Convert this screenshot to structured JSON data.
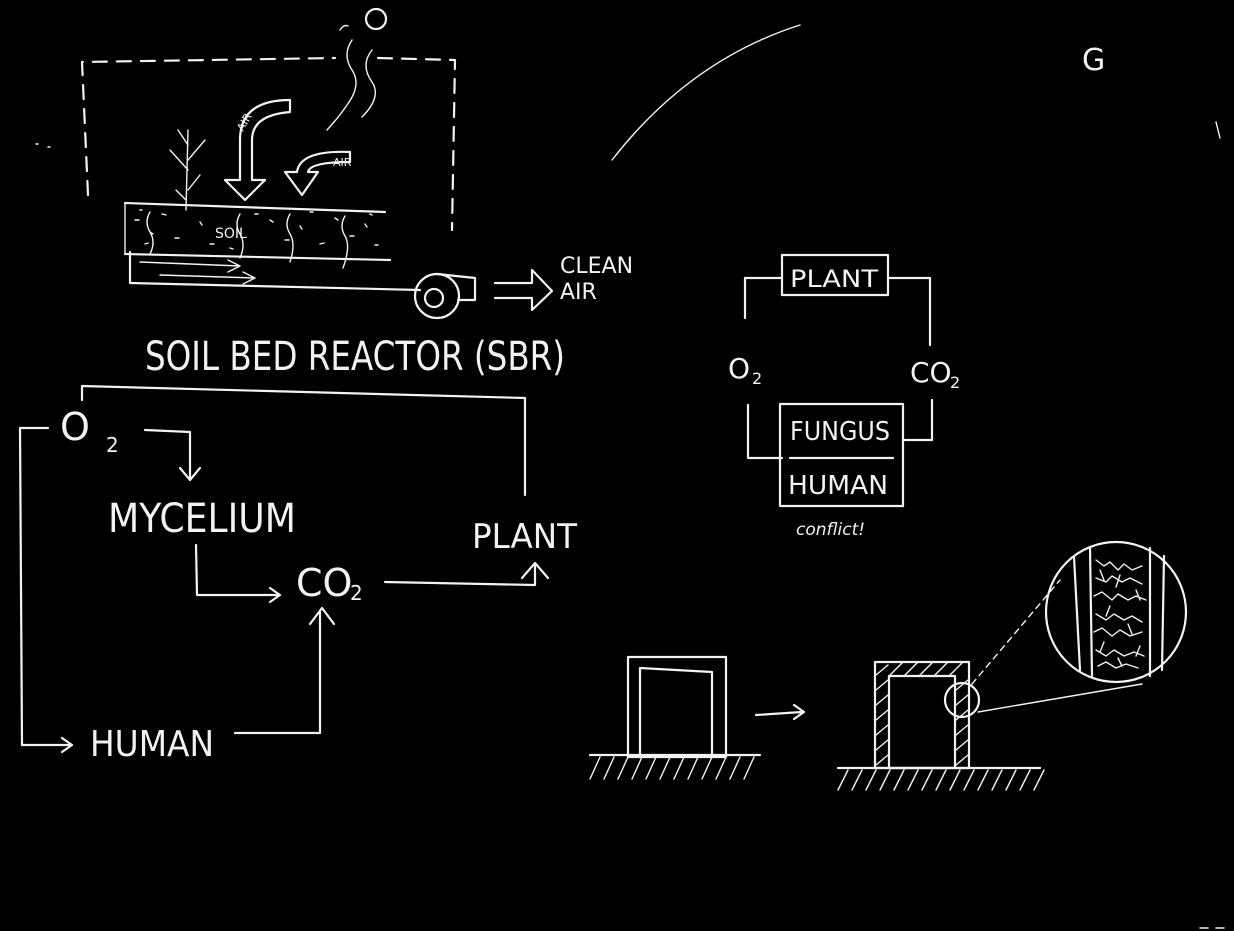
{
  "page_letter": "G",
  "sbr": {
    "air_label_1": "AIR",
    "air_label_2": "AIR",
    "soil_label": "SOIL",
    "clean_air_line1": "CLEAN",
    "clean_air_line2": "AIR",
    "title": "SOIL BED REACTOR (SBR)"
  },
  "cycle": {
    "o2": "O",
    "o2_sub": "2",
    "mycelium": "MYCELIUM",
    "co2": "CO",
    "co2_sub": "2",
    "plant": "PLANT",
    "human": "HUMAN"
  },
  "exchange": {
    "plant": "PLANT",
    "o2": "O",
    "o2_sub": "2",
    "co2": "CO",
    "co2_sub": "2",
    "fungus": "FUNGUS",
    "human": "HUMAN",
    "note": "conflict!"
  },
  "colors": {
    "background": "#000000",
    "chalk": "#f2f2f2"
  }
}
